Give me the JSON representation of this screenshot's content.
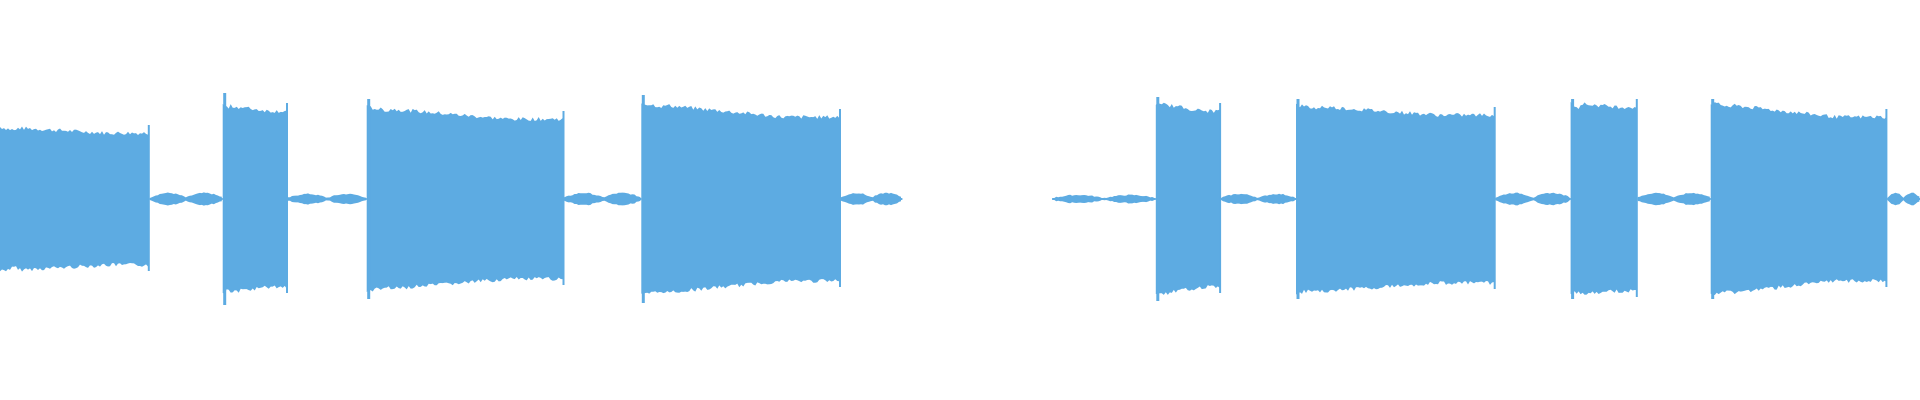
{
  "waveform": {
    "color": "#5dabe2",
    "background": "#ffffff",
    "segments": [
      {
        "kind": "tone",
        "start": 0.0,
        "end": 0.078,
        "peak": 0.36,
        "tail": 0.33,
        "spike": 0.0
      },
      {
        "kind": "gap",
        "start": 0.078,
        "end": 0.116,
        "level": 0.03
      },
      {
        "kind": "tone",
        "start": 0.116,
        "end": 0.15,
        "peak": 0.47,
        "tail": 0.44,
        "spike": 0.53
      },
      {
        "kind": "gap",
        "start": 0.15,
        "end": 0.191,
        "level": 0.025
      },
      {
        "kind": "tone",
        "start": 0.191,
        "end": 0.294,
        "peak": 0.46,
        "tail": 0.4,
        "spike": 0.5
      },
      {
        "kind": "gap",
        "start": 0.294,
        "end": 0.334,
        "level": 0.03
      },
      {
        "kind": "tone",
        "start": 0.334,
        "end": 0.438,
        "peak": 0.48,
        "tail": 0.41,
        "spike": 0.52
      },
      {
        "kind": "gap",
        "start": 0.438,
        "end": 0.47,
        "level": 0.03
      },
      {
        "kind": "silence",
        "start": 0.47,
        "end": 0.548
      },
      {
        "kind": "gap",
        "start": 0.548,
        "end": 0.602,
        "level": 0.02
      },
      {
        "kind": "tone",
        "start": 0.602,
        "end": 0.636,
        "peak": 0.48,
        "tail": 0.44,
        "spike": 0.51
      },
      {
        "kind": "gap",
        "start": 0.636,
        "end": 0.675,
        "level": 0.025
      },
      {
        "kind": "tone",
        "start": 0.675,
        "end": 0.779,
        "peak": 0.47,
        "tail": 0.42,
        "spike": 0.5
      },
      {
        "kind": "gap",
        "start": 0.779,
        "end": 0.818,
        "level": 0.03
      },
      {
        "kind": "tone",
        "start": 0.818,
        "end": 0.853,
        "peak": 0.48,
        "tail": 0.46,
        "spike": 0.5
      },
      {
        "kind": "gap",
        "start": 0.853,
        "end": 0.891,
        "level": 0.03
      },
      {
        "kind": "tone",
        "start": 0.891,
        "end": 0.983,
        "peak": 0.48,
        "tail": 0.41,
        "spike": 0.5
      },
      {
        "kind": "gap",
        "start": 0.983,
        "end": 1.0,
        "level": 0.03
      }
    ]
  }
}
